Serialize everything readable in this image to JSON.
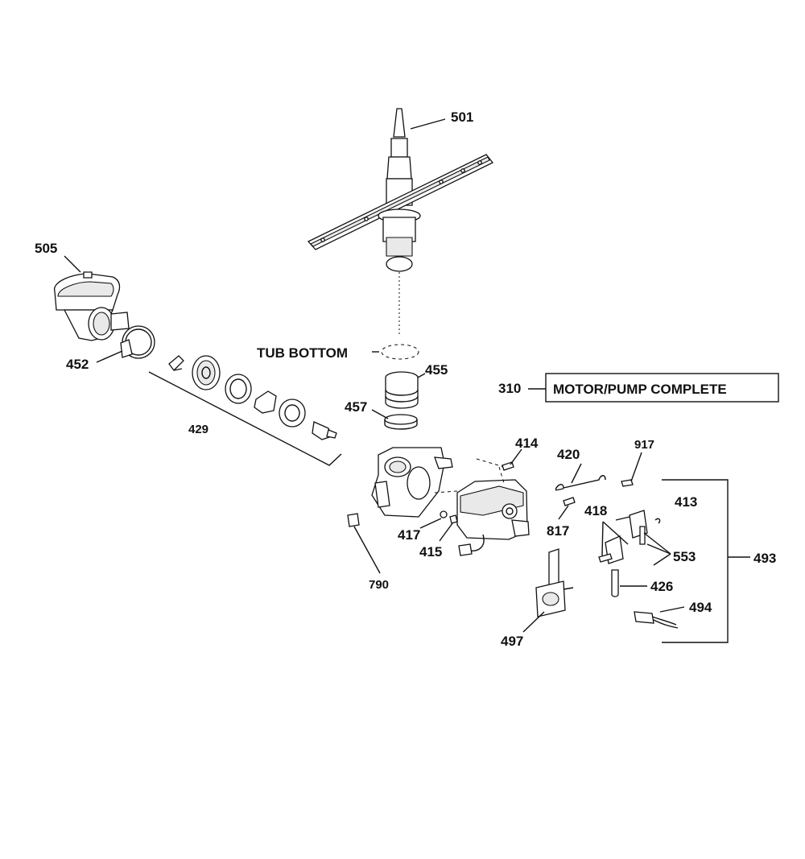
{
  "parts": {
    "p501": "501",
    "p505": "505",
    "p452": "452",
    "p429": "429",
    "p455": "455",
    "p457": "457",
    "p310": "310",
    "p414": "414",
    "p420": "420",
    "p917": "917",
    "p413": "413",
    "p418": "418",
    "p817": "817",
    "p553": "553",
    "p493": "493",
    "p417": "417",
    "p415": "415",
    "p426": "426",
    "p494": "494",
    "p497": "497",
    "p790": "790"
  },
  "text": {
    "tub_bottom": "TUB BOTTOM",
    "motor_pump_complete": "MOTOR/PUMP COMPLETE"
  }
}
